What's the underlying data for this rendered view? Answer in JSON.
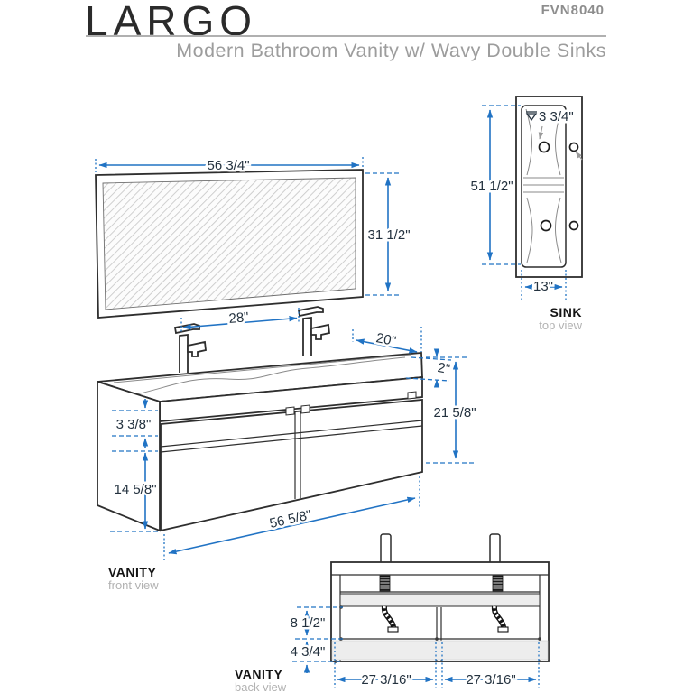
{
  "header": {
    "title": "LARGO",
    "model": "FVN8040",
    "subtitle": "Modern Bathroom Vanity w/ Wavy Double Sinks"
  },
  "mirror_view": {
    "width": "56 3/4\"",
    "height": "31 1/2\""
  },
  "sink_top_view": {
    "label": "SINK",
    "sublabel": "top view",
    "drain_depth": "3 3/4\"",
    "length": "51 1/2\"",
    "width": "13\""
  },
  "vanity_front_view": {
    "label": "VANITY",
    "sublabel": "front view",
    "faucet_spacing": "28\"",
    "counter_depth": "20\"",
    "counter_thickness": "2\"",
    "overall_height": "21 5/8\"",
    "upper_drawer_height": "3 3/8\"",
    "lower_drawer_height": "14 5/8\"",
    "width": "56 5/8\""
  },
  "vanity_back_view": {
    "label": "VANITY",
    "sublabel": "back view",
    "drawer_section_height": "8 1/2\"",
    "bottom_section_height": "4 3/4\"",
    "left_drawer_width": "27 3/16\"",
    "right_drawer_width": "27 3/16\""
  },
  "colors": {
    "dimension_blue": "#2173c4",
    "dimension_text": "#24323f",
    "line_dark": "#2e2e2e",
    "label_gray": "#b2b2b2"
  }
}
